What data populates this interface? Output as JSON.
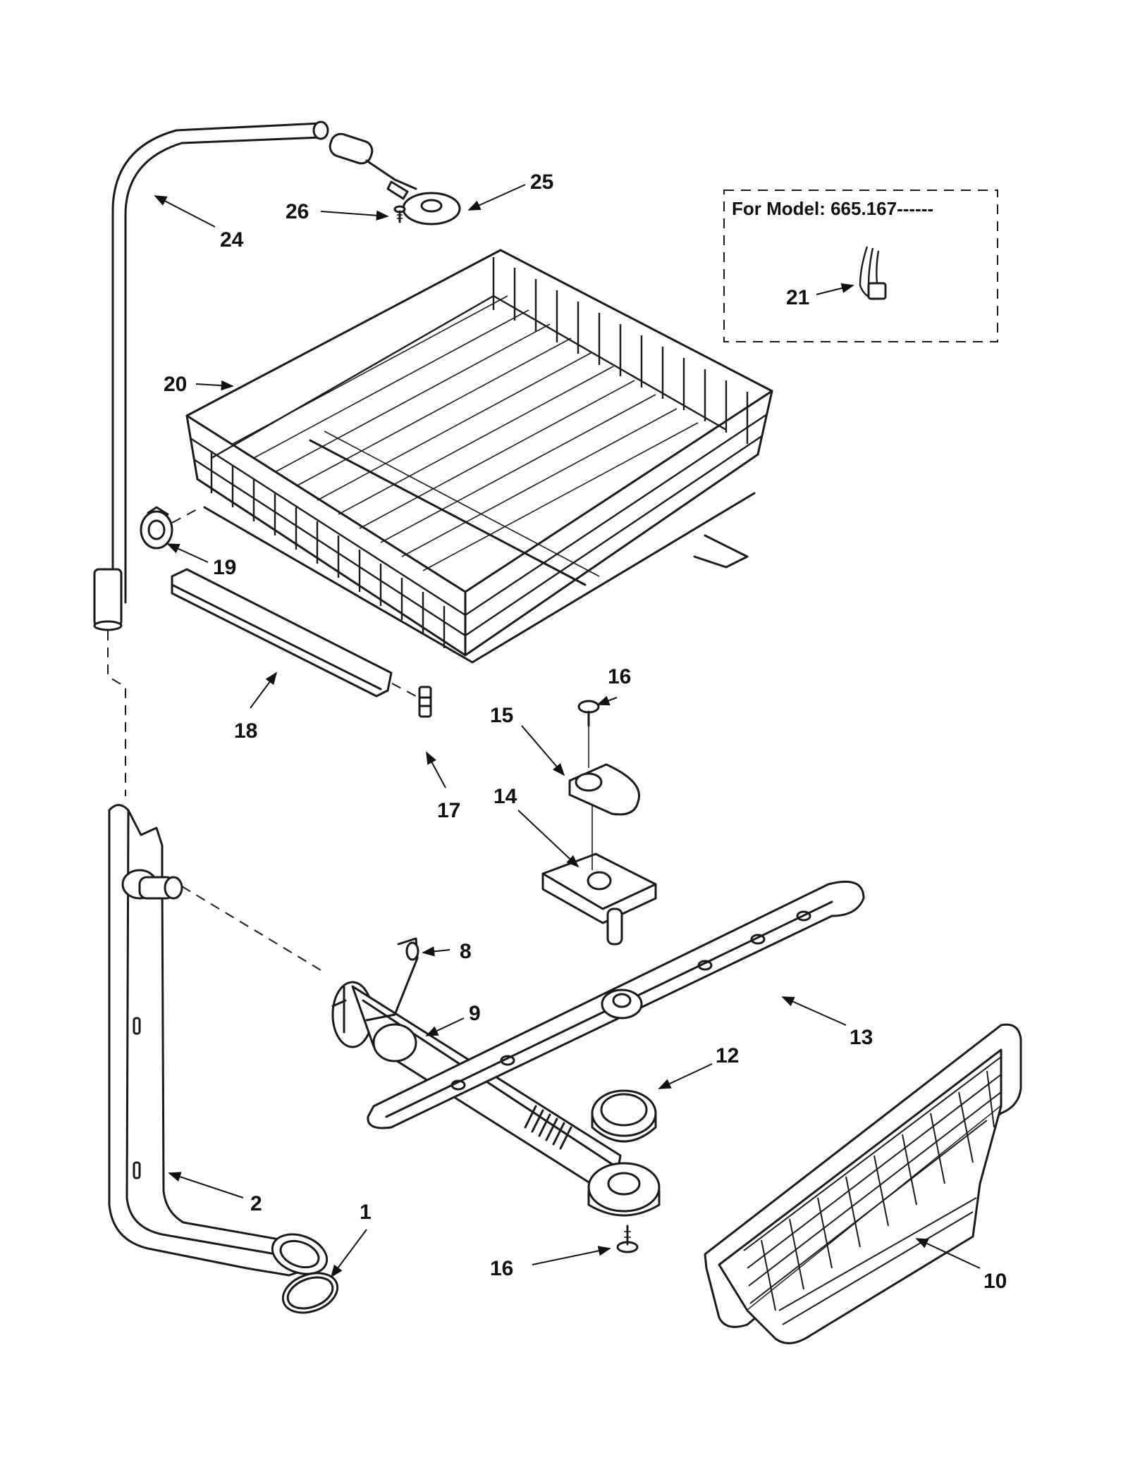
{
  "diagram": {
    "inset": {
      "title": "For Model: 665.167------"
    },
    "callouts": [
      {
        "id": "c24",
        "label": "24"
      },
      {
        "id": "c25",
        "label": "25"
      },
      {
        "id": "c26",
        "label": "26"
      },
      {
        "id": "c21",
        "label": "21"
      },
      {
        "id": "c20",
        "label": "20"
      },
      {
        "id": "c19",
        "label": "19"
      },
      {
        "id": "c18",
        "label": "18"
      },
      {
        "id": "c17",
        "label": "17"
      },
      {
        "id": "c16a",
        "label": "16"
      },
      {
        "id": "c15",
        "label": "15"
      },
      {
        "id": "c14",
        "label": "14"
      },
      {
        "id": "c8",
        "label": "8"
      },
      {
        "id": "c9",
        "label": "9"
      },
      {
        "id": "c13",
        "label": "13"
      },
      {
        "id": "c12",
        "label": "12"
      },
      {
        "id": "c2",
        "label": "2"
      },
      {
        "id": "c1",
        "label": "1"
      },
      {
        "id": "c16b",
        "label": "16"
      },
      {
        "id": "c10",
        "label": "10"
      }
    ]
  }
}
